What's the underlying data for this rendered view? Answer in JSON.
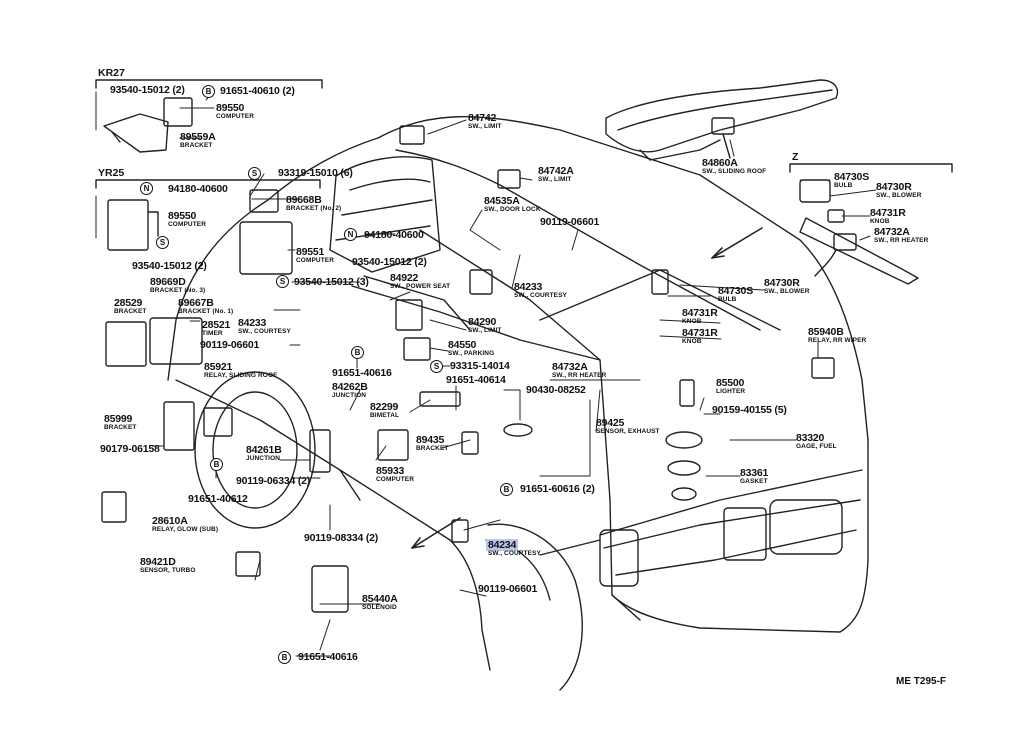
{
  "diagram": {
    "ref_code": "ME T295-F",
    "groups": [
      {
        "id": "kr27",
        "label": "KR27"
      },
      {
        "id": "yr25",
        "label": "YR25"
      },
      {
        "id": "z",
        "label": "Z"
      }
    ],
    "parts": [
      {
        "id": "p1",
        "number": "93540-15012 (2)"
      },
      {
        "id": "p2",
        "number": "91651-40610 (2)",
        "badge": "B"
      },
      {
        "id": "p3",
        "number": "89550",
        "desc": "COMPUTER"
      },
      {
        "id": "p4",
        "number": "89559A",
        "desc": "BRACKET"
      },
      {
        "id": "p5",
        "number": "94180-40600",
        "badge": "N"
      },
      {
        "id": "p6",
        "number": "89550",
        "desc": "COMPUTER"
      },
      {
        "id": "p7",
        "number": "93540-15012 (2)",
        "badge": "S"
      },
      {
        "id": "p8",
        "number": "93319-15010 (6)",
        "badge": "S"
      },
      {
        "id": "p9",
        "number": "89668B",
        "desc": "BRACKET (No. 2)"
      },
      {
        "id": "p10",
        "number": "89551",
        "desc": "COMPUTER"
      },
      {
        "id": "p11",
        "number": "94180-40600",
        "badge": "N"
      },
      {
        "id": "p12",
        "number": "93540-15012 (2)"
      },
      {
        "id": "p13",
        "number": "89669D",
        "desc": "BRACKET (No. 3)"
      },
      {
        "id": "p14",
        "number": "89667B",
        "desc": "BRACKET (No. 1)"
      },
      {
        "id": "p15",
        "number": "93540-15012 (3)",
        "badge": "S"
      },
      {
        "id": "p16",
        "number": "28529",
        "desc": "BRACKET"
      },
      {
        "id": "p17",
        "number": "28521",
        "desc": "TIMER"
      },
      {
        "id": "p18",
        "number": "84233",
        "desc": "SW., COURTESY"
      },
      {
        "id": "p19",
        "number": "90119-06601"
      },
      {
        "id": "p20",
        "number": "85921",
        "desc": "RELAY, SLIDING ROOF"
      },
      {
        "id": "p21",
        "number": "91651-40616",
        "badge": "B"
      },
      {
        "id": "p22",
        "number": "84262B",
        "desc": "JUNCTION"
      },
      {
        "id": "p23",
        "number": "85999",
        "desc": "BRACKET"
      },
      {
        "id": "p24",
        "number": "90179-06158"
      },
      {
        "id": "p25",
        "number": "84261B",
        "desc": "JUNCTION"
      },
      {
        "id": "p26",
        "number": "90119-06334 (2)"
      },
      {
        "id": "p27",
        "number": "91651-40612",
        "badge": "B"
      },
      {
        "id": "p28",
        "number": "28610A",
        "desc": "RELAY, GLOW (SUB)"
      },
      {
        "id": "p29",
        "number": "90119-08334 (2)"
      },
      {
        "id": "p30",
        "number": "89421D",
        "desc": "SENSOR, TURBO"
      },
      {
        "id": "p31",
        "number": "85440A",
        "desc": "SOLENOID"
      },
      {
        "id": "p32",
        "number": "91651-40616",
        "badge": "B"
      },
      {
        "id": "p33",
        "number": "84742",
        "desc": "SW., LIMIT"
      },
      {
        "id": "p34",
        "number": "84742A",
        "desc": "SW., LIMIT"
      },
      {
        "id": "p35",
        "number": "84535A",
        "desc": "SW., DOOR LOCK"
      },
      {
        "id": "p36",
        "number": "90119-06601"
      },
      {
        "id": "p37",
        "number": "84233",
        "desc": "SW., COURTESY"
      },
      {
        "id": "p38",
        "number": "84922",
        "desc": "SW., POWER SEAT"
      },
      {
        "id": "p39",
        "number": "84290",
        "desc": "SW., LIMIT"
      },
      {
        "id": "p40",
        "number": "84550",
        "desc": "SW., PARKING"
      },
      {
        "id": "p41",
        "number": "93315-14014",
        "badge": "S"
      },
      {
        "id": "p42",
        "number": "91651-40614"
      },
      {
        "id": "p43",
        "number": "82299",
        "desc": "BIMETAL"
      },
      {
        "id": "p44",
        "number": "90430-08252"
      },
      {
        "id": "p45",
        "number": "89435",
        "desc": "BRACKET"
      },
      {
        "id": "p46",
        "number": "85933",
        "desc": "COMPUTER"
      },
      {
        "id": "p47",
        "number": "89425",
        "desc": "SENSOR, EXHAUST"
      },
      {
        "id": "p48",
        "number": "91651-60616 (2)",
        "badge": "B"
      },
      {
        "id": "p49",
        "number": "84234",
        "desc": "SW., COURTESY",
        "highlight": true
      },
      {
        "id": "p50",
        "number": "90119-06601"
      },
      {
        "id": "p51",
        "number": "84860A",
        "desc": "SW., SLIDING ROOF"
      },
      {
        "id": "p52",
        "number": "84730S",
        "desc": "BULB"
      },
      {
        "id": "p53",
        "number": "84730R",
        "desc": "SW., BLOWER"
      },
      {
        "id": "p54",
        "number": "84731R",
        "desc": "KNOB"
      },
      {
        "id": "p55",
        "number": "84732A",
        "desc": "SW., RR HEATER"
      },
      {
        "id": "p56",
        "number": "84730R",
        "desc": "SW., BLOWER"
      },
      {
        "id": "p57",
        "number": "84730S",
        "desc": "BULB"
      },
      {
        "id": "p58",
        "number": "84731R",
        "desc": "KNOB"
      },
      {
        "id": "p59",
        "number": "84731R",
        "desc": "KNOB"
      },
      {
        "id": "p60",
        "number": "85940B",
        "desc": "RELAY, RR WIPER"
      },
      {
        "id": "p61",
        "number": "84732A",
        "desc": "SW., RR HEATER"
      },
      {
        "id": "p62",
        "number": "85500",
        "desc": "LIGHTER"
      },
      {
        "id": "p63",
        "number": "90159-40155 (5)"
      },
      {
        "id": "p64",
        "number": "83320",
        "desc": "GAGE, FUEL"
      },
      {
        "id": "p65",
        "number": "83361",
        "desc": "GASKET"
      }
    ]
  }
}
